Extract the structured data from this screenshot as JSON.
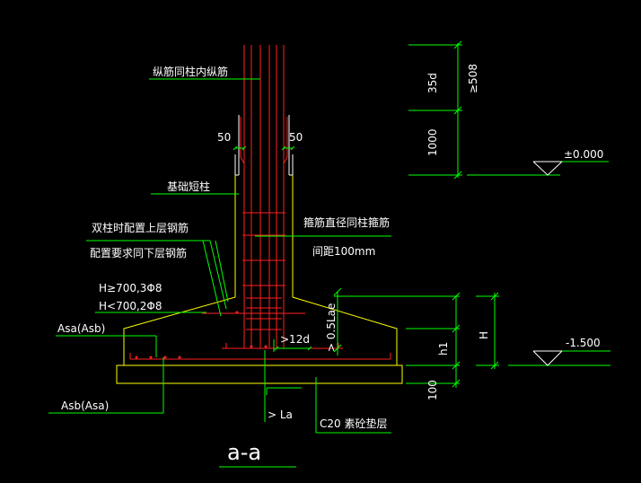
{
  "drawing": {
    "colors": {
      "background": "#000000",
      "column": "#ffffff",
      "rebar": "#ff2020",
      "dim": "#00ff00",
      "outline": "#ffff00",
      "leader": "#00ff00",
      "text": "#ffffff"
    },
    "labels": {
      "longitudinal": "纵筋同柱内纵筋",
      "dim_50_left": "50",
      "dim_50_right": "50",
      "short_column": "基础短柱",
      "stirrup_a": "箍筋直径同柱箍筋",
      "stirrup_b": "间距100mm",
      "double_a": "双柱时配置上层钢筋",
      "double_b": "配置要求同下层钢筋",
      "h_ge": "H≥700,3Φ8",
      "h_lt": "H<700,2Φ8",
      "asa_top": "Asa(Asb)",
      "asb_bottom": "Asb(Asa)",
      "la": "> La",
      "cushion": "C20  素砼垫层",
      "gt12d": ">12d",
      "half_lae": "> 0.5Lae",
      "dim_35d": "35d",
      "dim_508": "≥508",
      "dim_1000": "1000",
      "dim_h1": "h1",
      "dim_H": "H",
      "dim_100": "100",
      "elev_top": "±0.000",
      "elev_bottom": "-1.500",
      "section": "a-a"
    }
  }
}
